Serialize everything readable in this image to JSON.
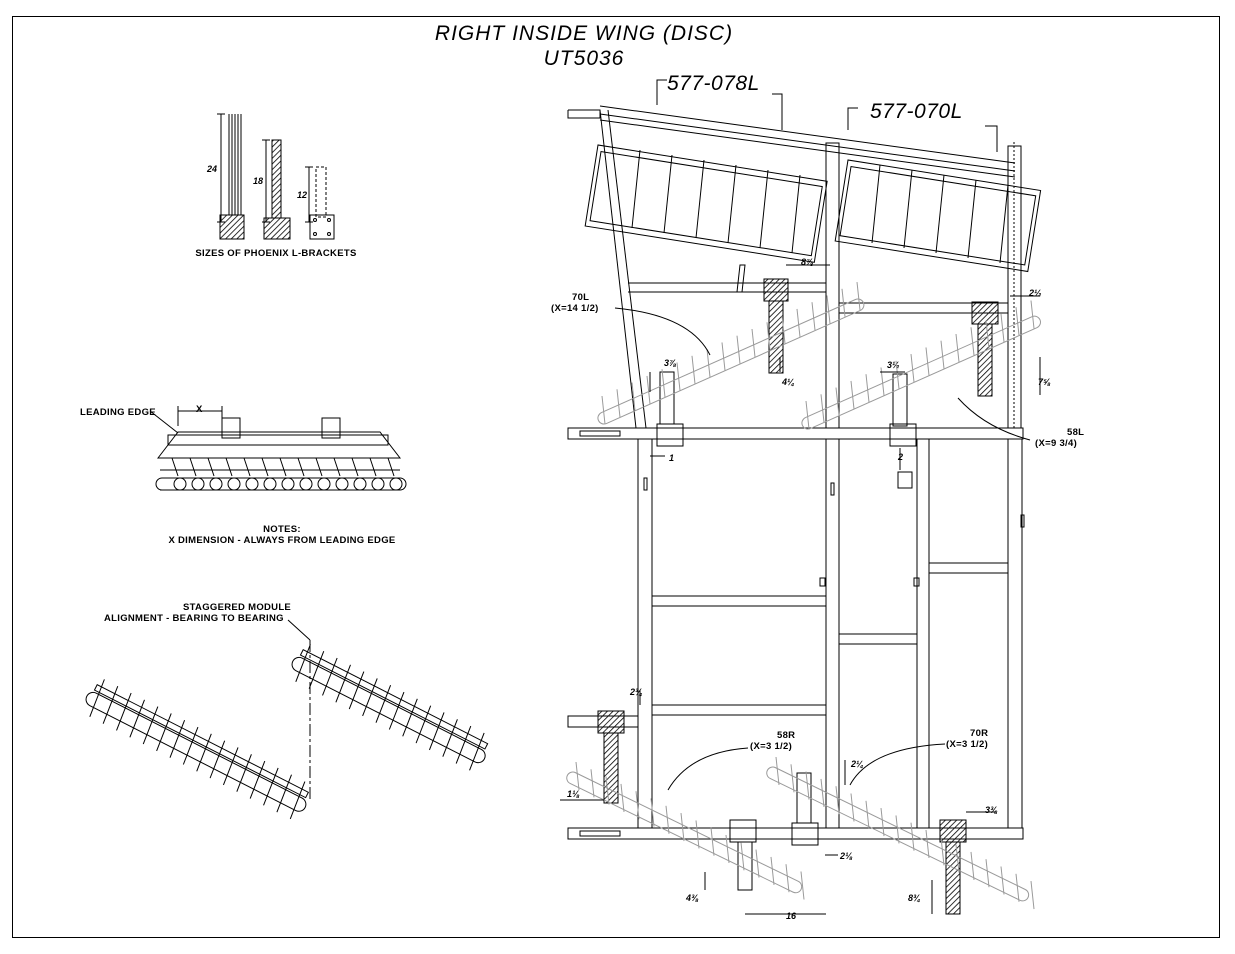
{
  "title": {
    "line1": "RIGHT INSIDE WING (DISC)",
    "line2": "UT5036"
  },
  "part_numbers": {
    "left": "577-078L",
    "right": "577-070L"
  },
  "brackets": {
    "caption": "SIZES OF PHOENIX L-BRACKETS",
    "sizes": [
      "24",
      "18",
      "12"
    ]
  },
  "leading_edge": {
    "label": "LEADING EDGE",
    "x_label": "X"
  },
  "notes": {
    "heading": "NOTES:",
    "text": "X DIMENSION - ALWAYS FROM LEADING EDGE"
  },
  "staggered": {
    "line1": "STAGGERED MODULE",
    "line2": "ALIGNMENT - BEARING TO BEARING"
  },
  "modules": {
    "m70L": {
      "id": "70L",
      "x": "(X=14 1/2)"
    },
    "m58L": {
      "id": "58L",
      "x": "(X=9 3/4)"
    },
    "m58R": {
      "id": "58R",
      "x": "(X=3 1/2)"
    },
    "m70R": {
      "id": "70R",
      "x": "(X=3 1/2)"
    }
  },
  "dimensions": {
    "d_8_78": "8⅞",
    "d_2_12_top": "2½",
    "d_3_78": "3⅞",
    "d_4_14": "4¼",
    "d_3_12": "3½",
    "d_7_58": "7⅝",
    "d_1": "1",
    "d_2_top": "2",
    "d_2_34": "2¾",
    "d_1_18": "1⅛",
    "d_2_14": "2¼",
    "d_3_38": "3⅜",
    "d_2_18": "2⅛",
    "d_4_38": "4⅜",
    "d_16": "16",
    "d_8_34": "8¾"
  }
}
